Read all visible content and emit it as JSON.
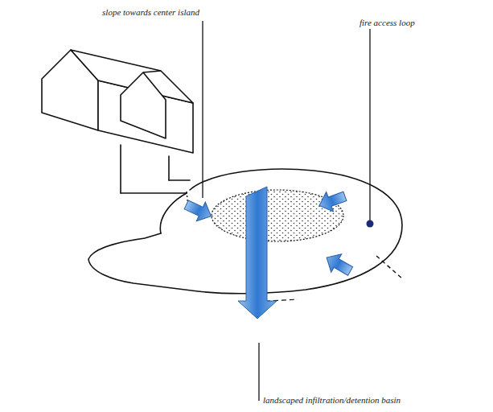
{
  "diagram": {
    "labels": [
      "slope towards center island",
      "fire access loop",
      "landscaped infiltration/detention basin"
    ]
  }
}
